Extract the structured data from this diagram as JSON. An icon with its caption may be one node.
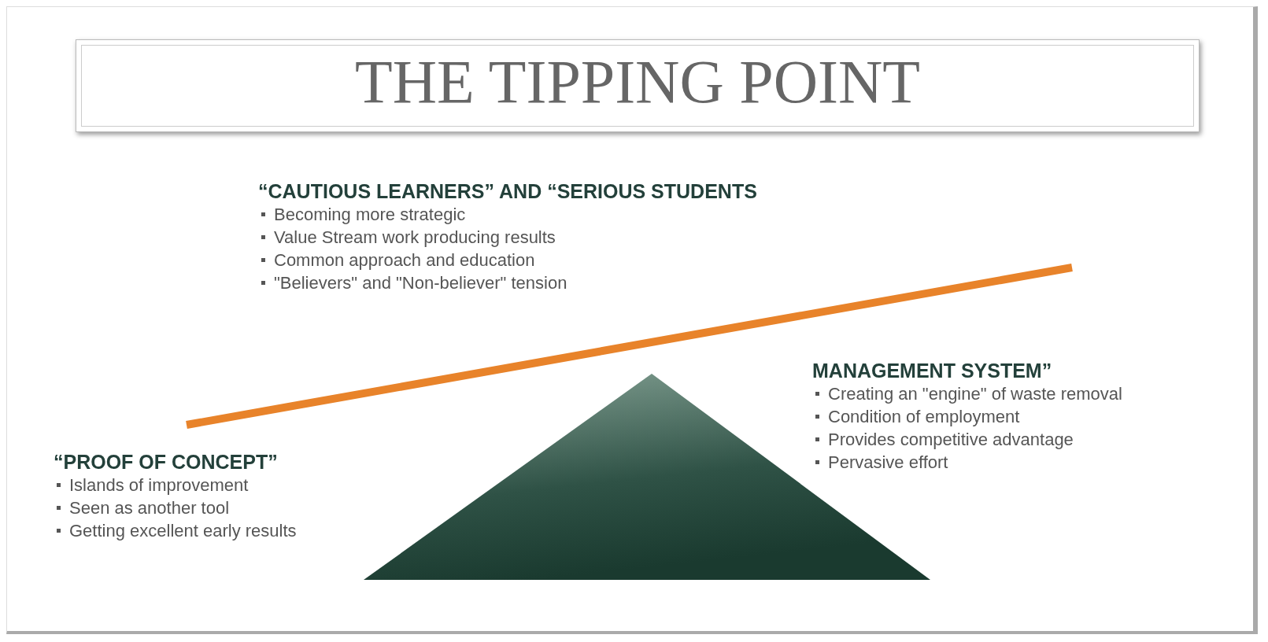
{
  "diagram": {
    "title": "THE TIPPING POINT",
    "labels": [
      "“CAUTIOUS LEARNERS” AND “SERIOUS STUDENTS",
      "Becoming more strategic",
      "Value Stream work producing results",
      "Common approach and education",
      "\"Believers\" and \"Non-believer\" tension",
      "MANAGEMENT SYSTEM”",
      "Creating an \"engine\" of waste  removal",
      "Condition of employment",
      "Provides competitive advantage",
      "Pervasive effort",
      "“PROOF OF CONCEPT”",
      "Islands of improvement",
      "Seen as another tool",
      "Getting excellent early results"
    ]
  }
}
